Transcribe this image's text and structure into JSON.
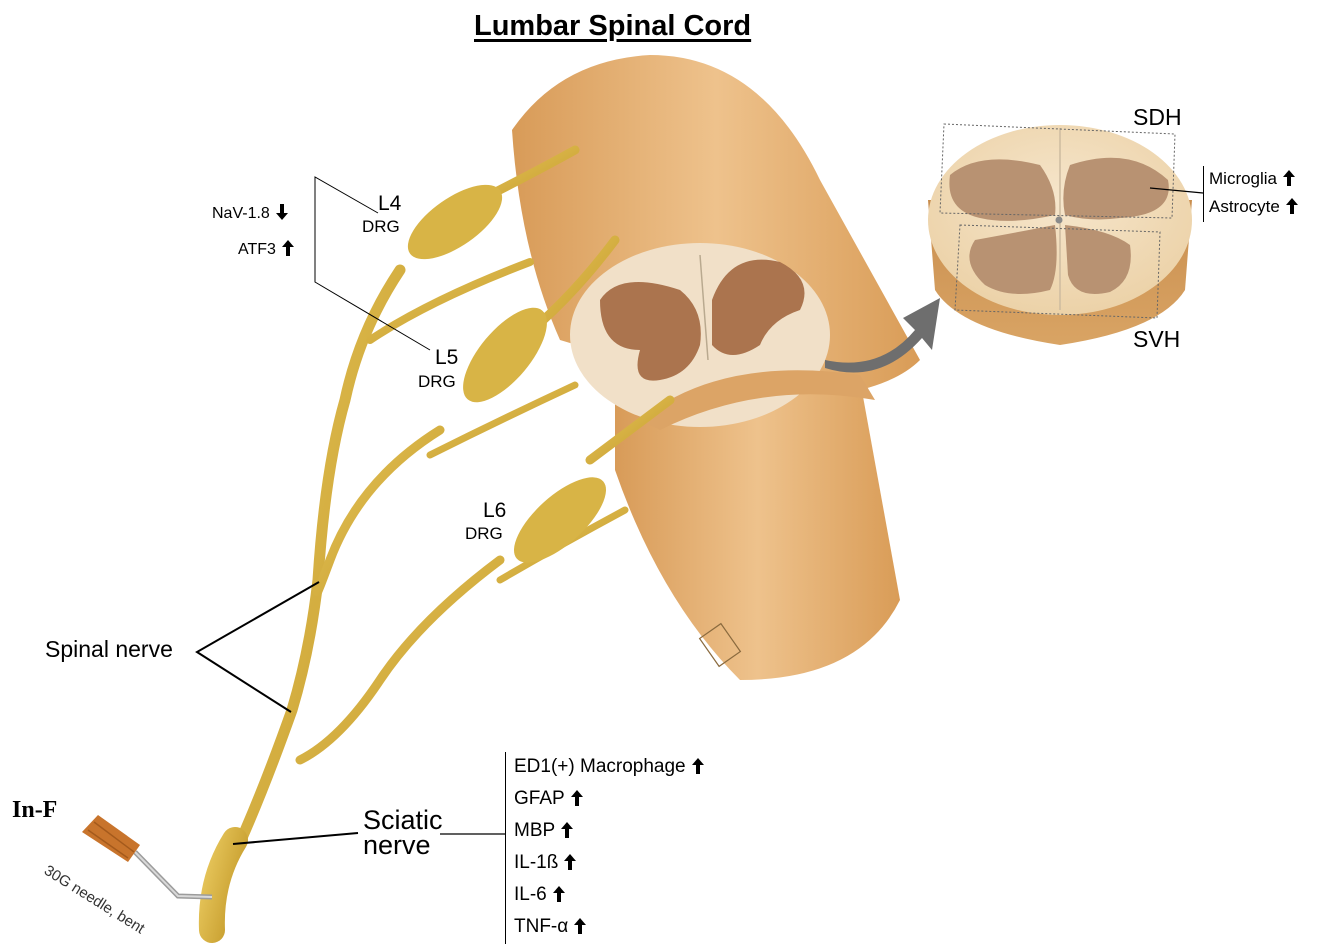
{
  "title": "Lumbar Spinal Cord",
  "drg_labels": {
    "l4": {
      "level": "L4",
      "sub": "DRG"
    },
    "l5": {
      "level": "L5",
      "sub": "DRG"
    },
    "l6": {
      "level": "L6",
      "sub": "DRG"
    }
  },
  "drg_markers": [
    {
      "name": "NaV-1.8",
      "direction": "down"
    },
    {
      "name": "ATF3",
      "direction": "up"
    }
  ],
  "cross_section": {
    "dorsal_label": "SDH",
    "ventral_label": "SVH",
    "markers": [
      {
        "name": "Microglia",
        "direction": "up"
      },
      {
        "name": "Astrocyte",
        "direction": "up"
      }
    ]
  },
  "spinal_nerve_label": "Spinal nerve",
  "sciatic_label": {
    "line1": "Sciatic",
    "line2": "nerve"
  },
  "sciatic_markers": [
    {
      "name": "ED1(+) Macrophage",
      "direction": "up"
    },
    {
      "name": "GFAP",
      "direction": "up"
    },
    {
      "name": "MBP",
      "direction": "up"
    },
    {
      "name": "IL-1ß",
      "direction": "up"
    },
    {
      "name": "IL-6",
      "direction": "up"
    },
    {
      "name": "TNF-α",
      "direction": "up"
    }
  ],
  "injection": {
    "method": "In-F",
    "needle": "30G needle, bent"
  },
  "colors": {
    "nerve": "#d4ac3a",
    "cord": "#dfa866",
    "white_matter": "#f3e2c8",
    "gray_matter": "#a9774f",
    "arrow": "#6e6e6e",
    "needle_hub": "#c8742c"
  }
}
